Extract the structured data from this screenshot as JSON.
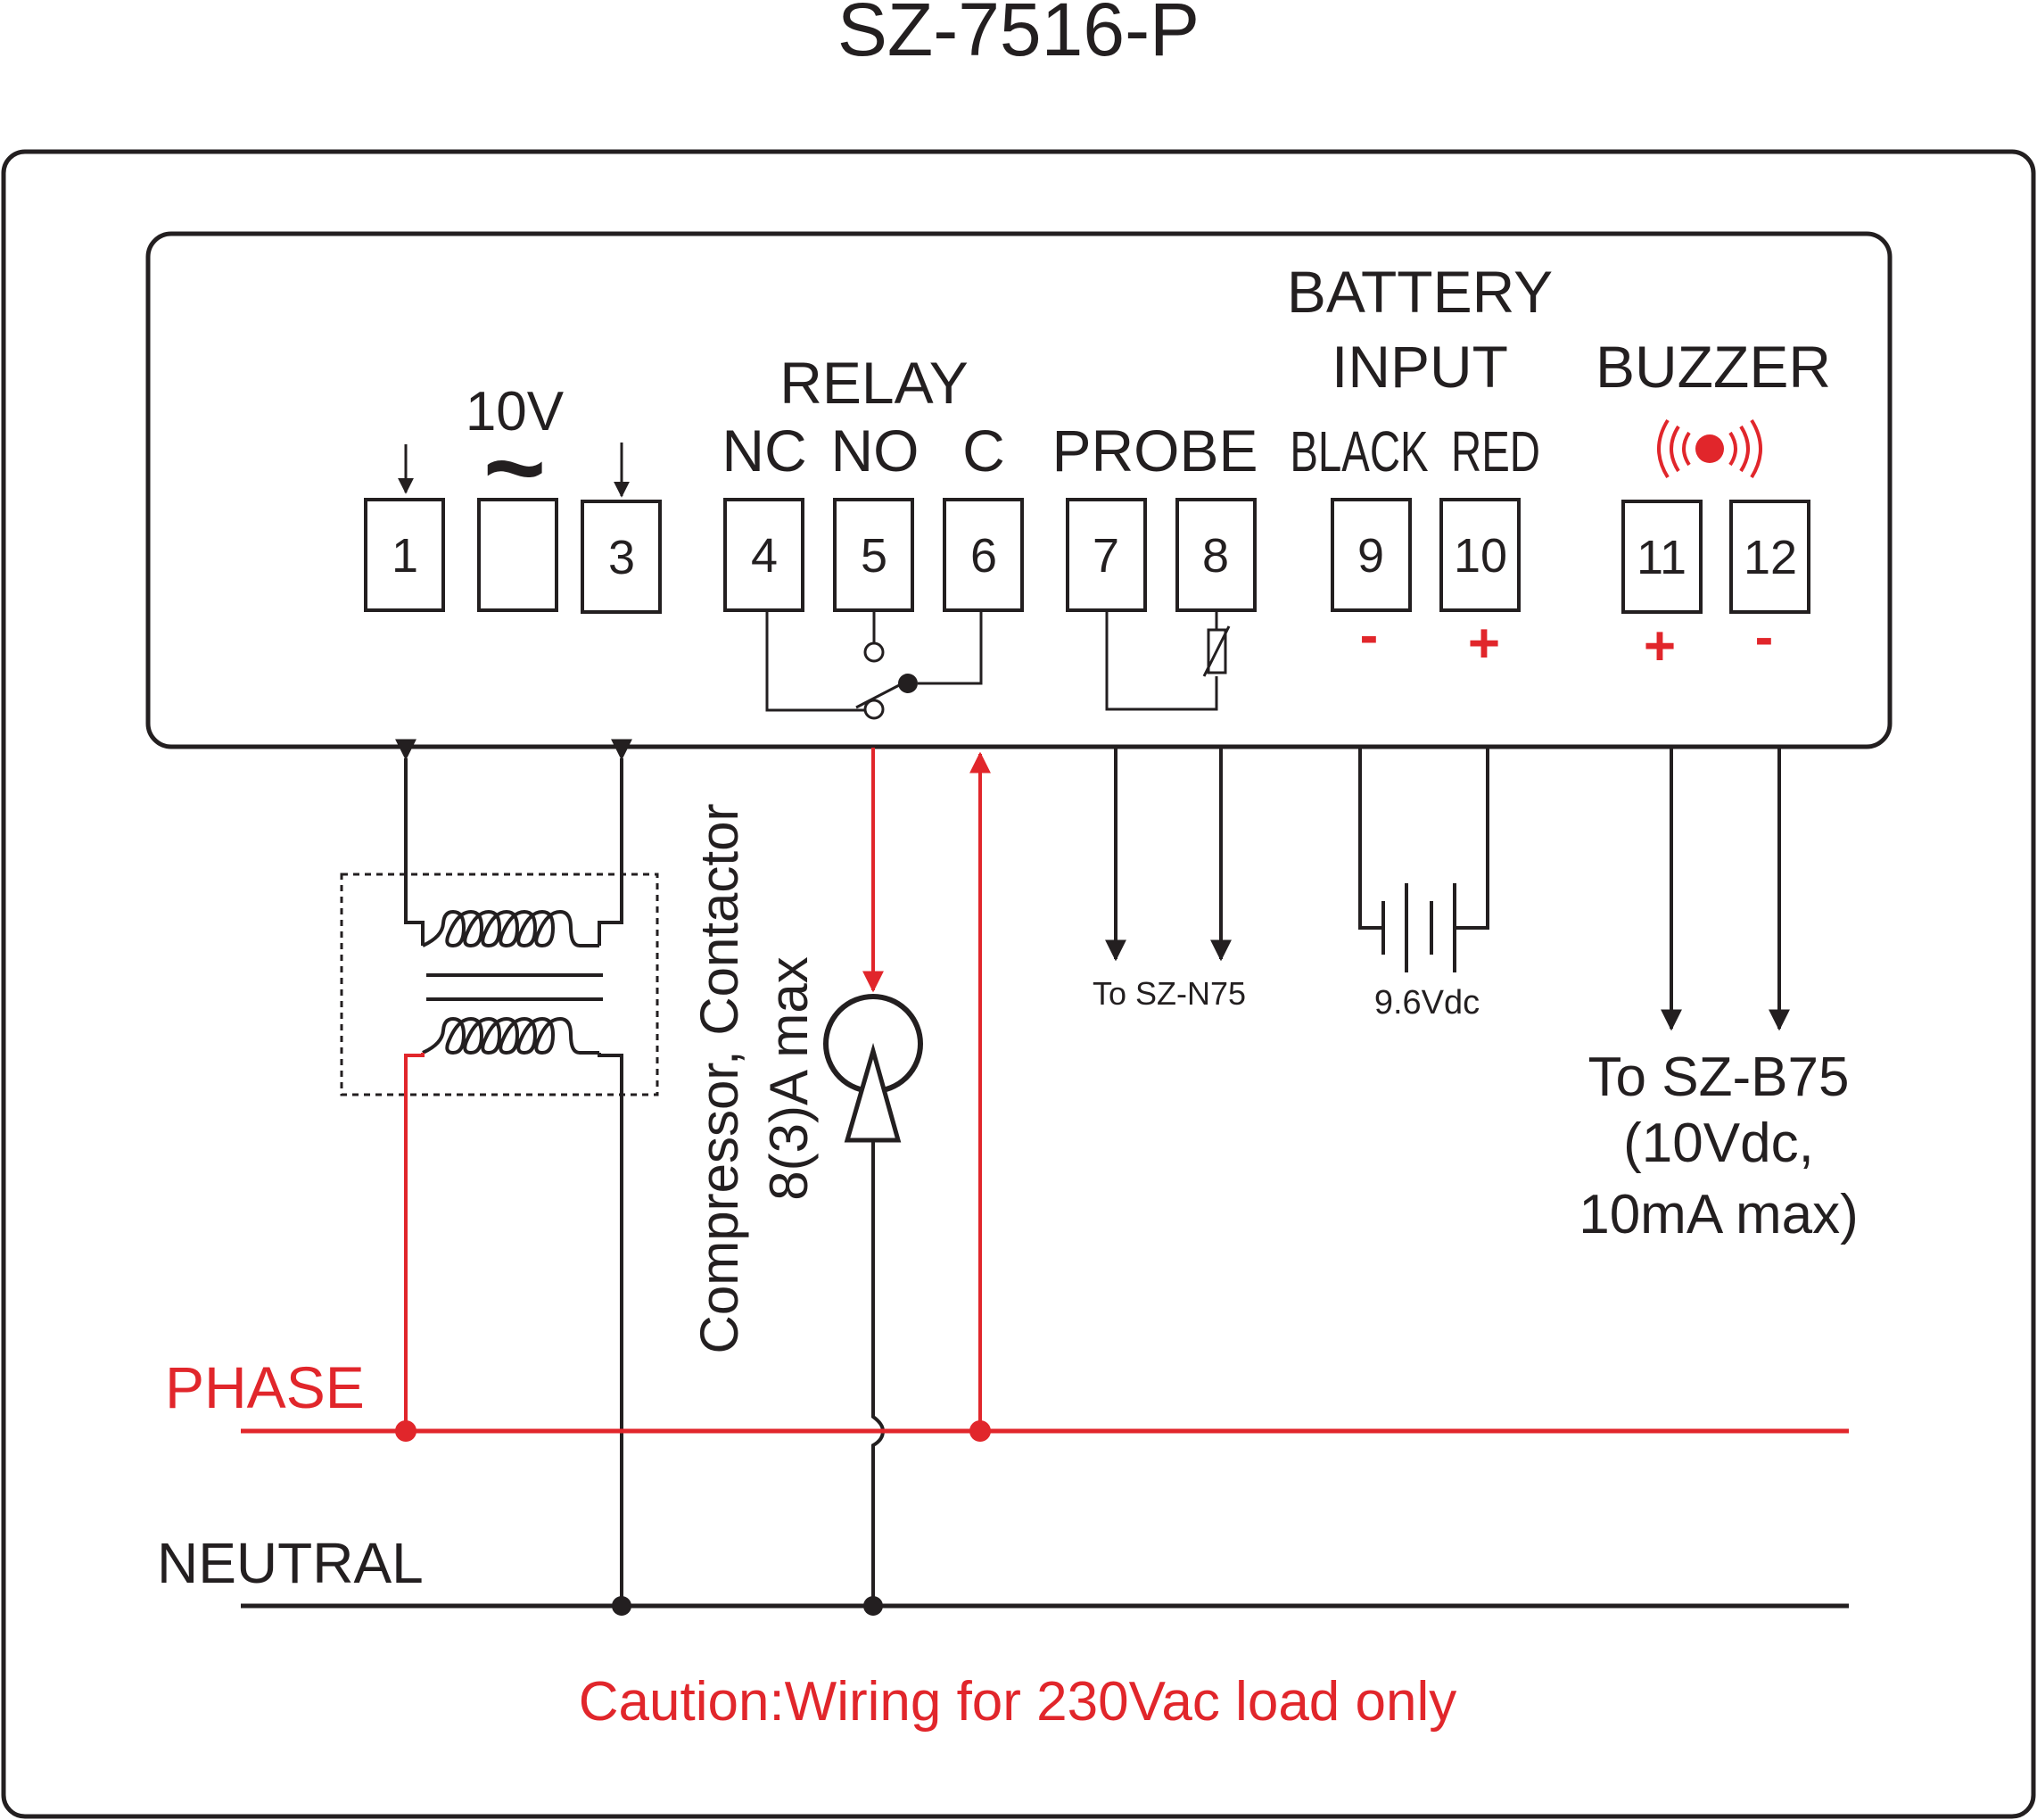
{
  "title": "SZ-7516-P",
  "groups": {
    "supply": "10V",
    "supply_symbol": "~",
    "relay": "RELAY",
    "probe": "PROBE",
    "battery_line1": "BATTERY",
    "battery_line2": "INPUT",
    "buzzer": "BUZZER"
  },
  "sublabels": {
    "nc": "NC",
    "no": "NO",
    "c": "C",
    "black": "BLACK",
    "red": "RED"
  },
  "terminals": [
    "1",
    "",
    "3",
    "4",
    "5",
    "6",
    "7",
    "8",
    "9",
    "10",
    "11",
    "12"
  ],
  "polarity": {
    "t9": "-",
    "t10": "+",
    "t11": "+",
    "t12": "-"
  },
  "load_line1": "Compressor, Contactor",
  "load_line2": "8(3)A max",
  "probe_dest": "To SZ-N75",
  "battery_voltage": "9.6Vdc",
  "buzzer_dest": {
    "line1": "To SZ-B75",
    "line2": "(10Vdc,",
    "line3": "10mA max)"
  },
  "lines": {
    "phase": "PHASE",
    "neutral": "NEUTRAL"
  },
  "caution": "Caution:Wiring for 230Vac load only",
  "colors": {
    "ink": "#231f20",
    "accent": "#e1262b"
  }
}
